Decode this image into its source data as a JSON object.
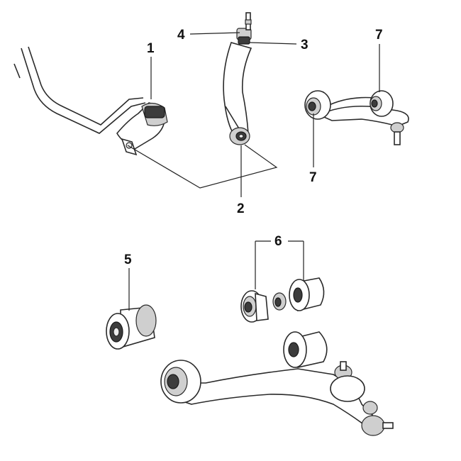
{
  "callouts": {
    "c1": "1",
    "c2": "2",
    "c3": "3",
    "c4": "4",
    "c5": "5",
    "c6": "6",
    "c7a": "7",
    "c7b": "7"
  },
  "colors": {
    "line": "#222222",
    "part_fill": "#ffffff",
    "rubber": "#3c3c3c",
    "metal": "#cfcfcf"
  }
}
